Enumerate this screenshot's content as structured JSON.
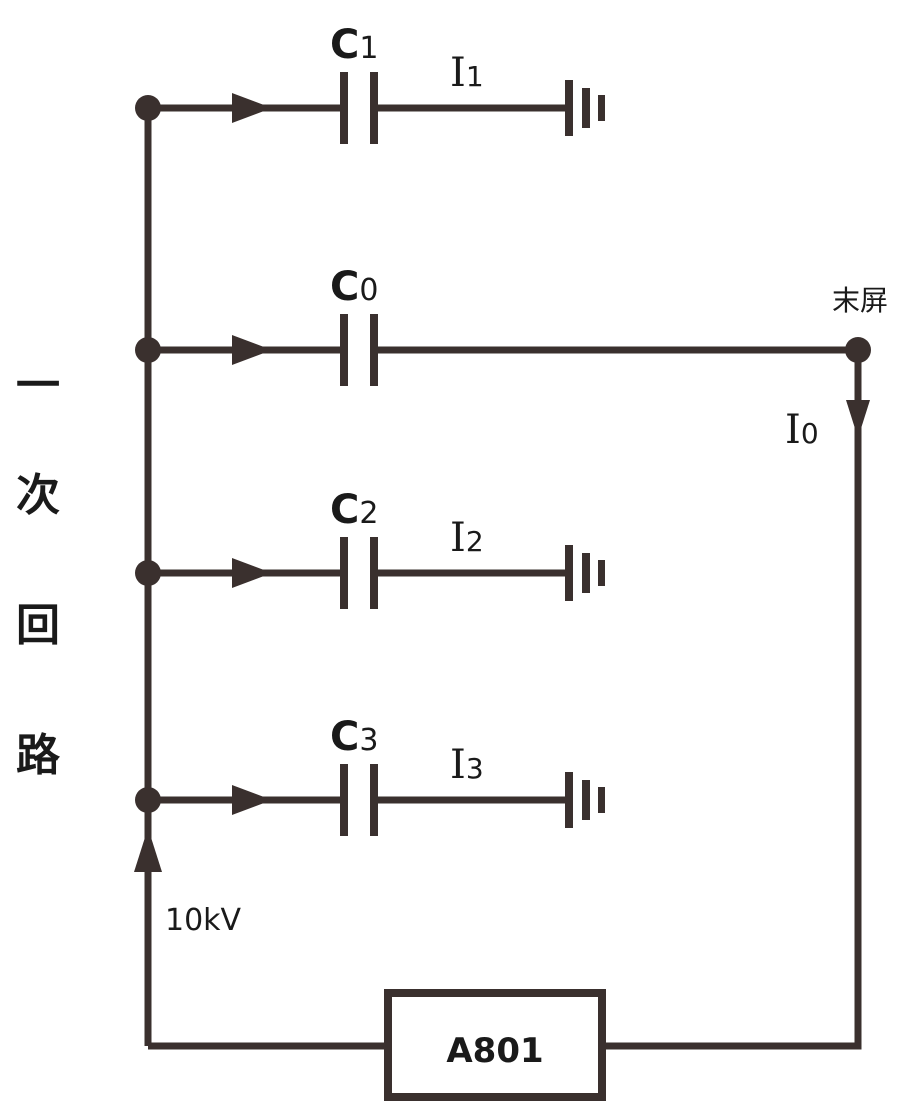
{
  "colors": {
    "wire": "#3a302e",
    "text": "#1a1a1a"
  },
  "side_label": [
    "一",
    "次",
    "回",
    "路"
  ],
  "branches": [
    {
      "cap": "C",
      "cap_sub": "1",
      "current": "I",
      "current_sub": "1",
      "ends_in": "ground-icon"
    },
    {
      "cap": "C",
      "cap_sub": "0",
      "current": "I",
      "current_sub": "0",
      "ends_in": "end-screen-node"
    },
    {
      "cap": "C",
      "cap_sub": "2",
      "current": "I",
      "current_sub": "2",
      "ends_in": "ground-icon"
    },
    {
      "cap": "C",
      "cap_sub": "3",
      "current": "I",
      "current_sub": "3",
      "ends_in": "ground-icon"
    }
  ],
  "end_screen_label": "末屏",
  "source_label": "10kV",
  "device_label": "A801"
}
